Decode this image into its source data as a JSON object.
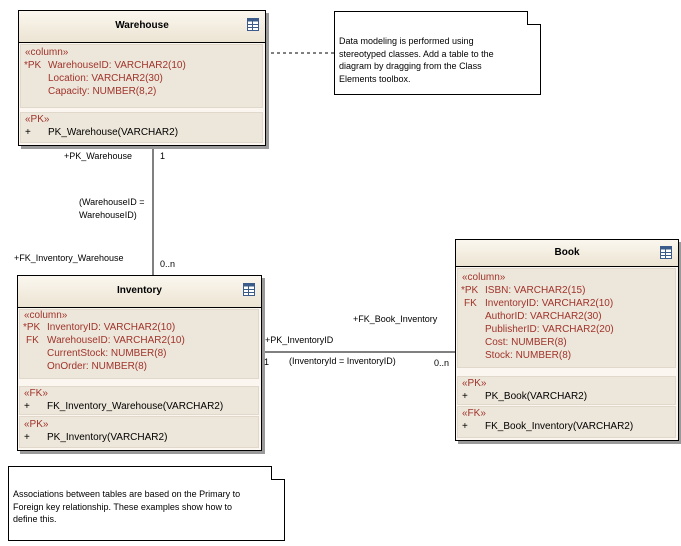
{
  "warehouse": {
    "title": "Warehouse",
    "columns_stereotype": "«column»",
    "col1_prefix": "*PK",
    "col1": "WarehouseID:  VARCHAR2(10)",
    "col2": "Location:  VARCHAR2(30)",
    "col3": "Capacity:  NUMBER(8,2)",
    "pk_stereotype": "«PK»",
    "op_prefix": "+",
    "op1": "PK_Warehouse(VARCHAR2)"
  },
  "inventory": {
    "title": "Inventory",
    "columns_stereotype": "«column»",
    "col1_prefix": "*PK",
    "col1": "InventoryID:  VARCHAR2(10)",
    "col2_prefix": "FK",
    "col2": "WarehouseID:  VARCHAR2(10)",
    "col3": "CurrentStock:  NUMBER(8)",
    "col4": "OnOrder:  NUMBER(8)",
    "fk_stereotype": "«FK»",
    "fk_op": "FK_Inventory_Warehouse(VARCHAR2)",
    "pk_stereotype": "«PK»",
    "pk_op": "PK_Inventory(VARCHAR2)",
    "op_prefix": "+"
  },
  "book": {
    "title": "Book",
    "columns_stereotype": "«column»",
    "col1_prefix": "*PK",
    "col1": "ISBN:  VARCHAR2(15)",
    "col2_prefix": "FK",
    "col2": "InventoryID:  VARCHAR2(10)",
    "col3": "AuthorID:  VARCHAR2(30)",
    "col4": "PublisherID:  VARCHAR2(20)",
    "col5": "Cost:  NUMBER(8)",
    "col6": "Stock:  NUMBER(8)",
    "pk_stereotype": "«PK»",
    "pk_op": "PK_Book(VARCHAR2)",
    "fk_stereotype": "«FK»",
    "fk_op": "FK_Book_Inventory(VARCHAR2)",
    "op_prefix": "+"
  },
  "note_top": {
    "line1": "Data modeling is performed using",
    "line2": "stereotyped classes. Add a table to the",
    "line3": "diagram by dragging from the Class",
    "line4": "Elements toolbox."
  },
  "note_bottom": {
    "line1": "Associations between tables are based on the Primary to",
    "line2": "Foreign key relationship. These examples show how to",
    "line3": "define this."
  },
  "assoc_warehouse_inventory": {
    "source_role": "+PK_Warehouse",
    "source_mult": "1",
    "condition_line1": "(WarehouseID =",
    "condition_line2": "WarehouseID)",
    "target_role": "+FK_Inventory_Warehouse",
    "target_mult": "0..n"
  },
  "assoc_inventory_book": {
    "source_role": "+PK_InventoryID",
    "source_mult": "1",
    "condition": "(InventoryId = InventoryID)",
    "target_role": "+FK_Book_Inventory",
    "target_mult": "0..n"
  },
  "icons": {
    "table": "table-icon",
    "note_fold": "note-fold-icon"
  }
}
